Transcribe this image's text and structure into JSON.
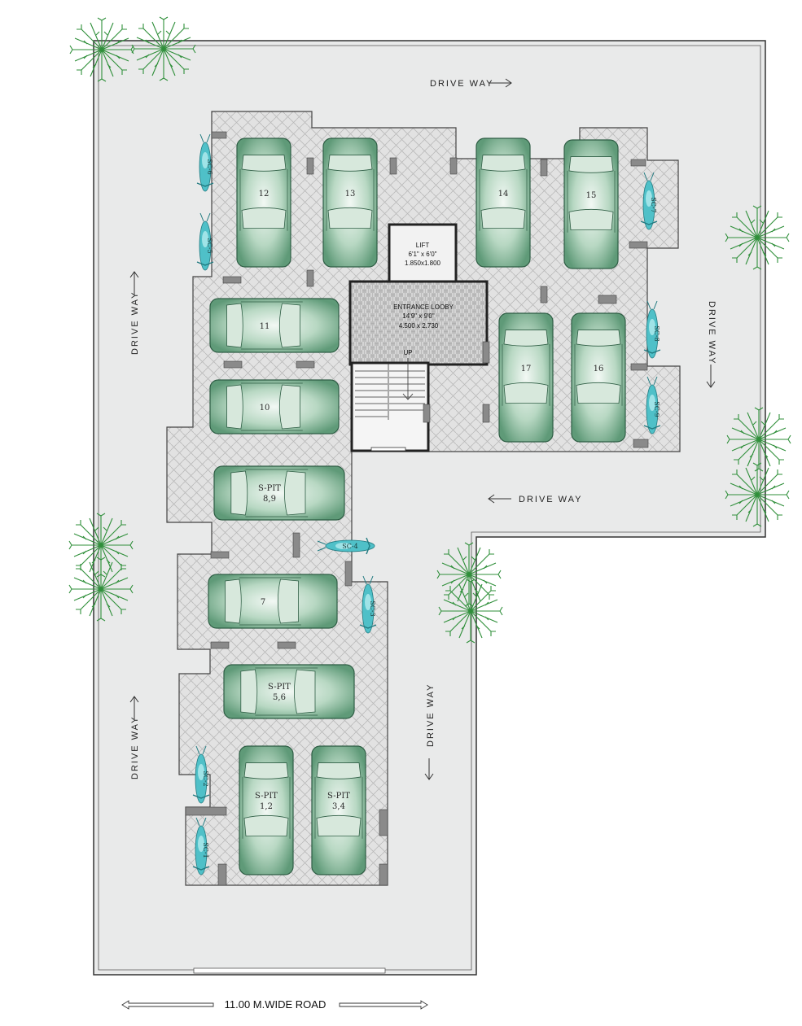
{
  "drive_way_label": "DRIVE WAY",
  "road_label": "11.00 M.WIDE ROAD",
  "lift": {
    "title": "LIFT",
    "size_imperial": "6'1\" x 6'0\"",
    "size_metric": "1.850x1.800"
  },
  "lobby": {
    "title": "ENTRANCE LOOBY",
    "size_imperial": "14'9\" x 9'0\"",
    "size_metric": "4.500 x 2.730",
    "stair_label": "UP"
  },
  "cars": [
    {
      "id": "12",
      "label": "12"
    },
    {
      "id": "13",
      "label": "13"
    },
    {
      "id": "14",
      "label": "14"
    },
    {
      "id": "15",
      "label": "15"
    },
    {
      "id": "11",
      "label": "11"
    },
    {
      "id": "10",
      "label": "10"
    },
    {
      "id": "17",
      "label": "17"
    },
    {
      "id": "16",
      "label": "16"
    },
    {
      "id": "s89",
      "label": "S-PIT",
      "label2": "8,9"
    },
    {
      "id": "7",
      "label": "7"
    },
    {
      "id": "s56",
      "label": "S-PIT",
      "label2": "5,6"
    },
    {
      "id": "s12",
      "label": "S-PIT",
      "label2": "1,2"
    },
    {
      "id": "s34",
      "label": "S-PIT",
      "label2": "3,4"
    }
  ],
  "scooters": [
    "SC-6",
    "SC-5",
    "SC-7",
    "SC-8",
    "SC-9",
    "SC-4",
    "SC-3",
    "SC-2",
    "SC-1"
  ],
  "colors": {
    "site": "#e9eaea",
    "paving": "#dcdcdc",
    "car": "#8fbfa4",
    "scooter": "#4fc0c8",
    "tree": "#2f8f3a",
    "column": "#8a8a8a"
  }
}
